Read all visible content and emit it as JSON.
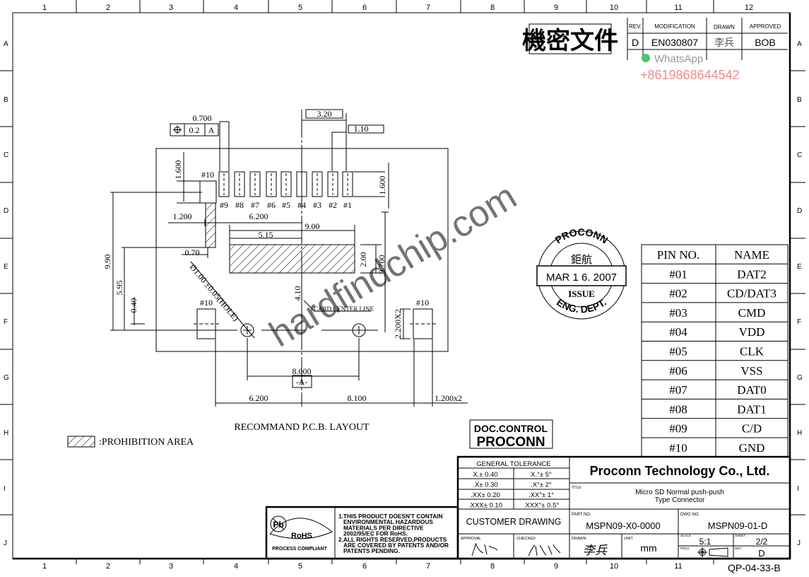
{
  "frame": {
    "columns": [
      "1",
      "2",
      "3",
      "4",
      "5",
      "6",
      "7",
      "8",
      "9",
      "10",
      "11",
      "12"
    ],
    "rows": [
      "A",
      "B",
      "C",
      "D",
      "E",
      "F",
      "G",
      "H",
      "I",
      "J"
    ],
    "form_code": "QP-04-33-B"
  },
  "confidential_stamp": "機密文件",
  "revision_table": {
    "headers": [
      "REV.",
      "MODIFICATION",
      "DRAWN",
      "APPROVED"
    ],
    "row": [
      "D",
      "EN030807",
      "李兵",
      "BOB"
    ]
  },
  "overlay": {
    "whatsapp_label": "WhatsApp",
    "phone": "+8619868644542",
    "watermark": "hardfindchip.com"
  },
  "drawing": {
    "gdt": {
      "symbol": "position",
      "tolerance": "0.2",
      "datum": "A"
    },
    "pad_labels": [
      "#9",
      "#8",
      "#7",
      "#6",
      "#5",
      "#4",
      "#3",
      "#2",
      "#1"
    ],
    "pad10_label": "#10",
    "dims": {
      "d0700": "0.700",
      "d320": "3.20",
      "d110": "1.10",
      "d1600a": "1.600",
      "d1600b": "1.600",
      "d1200": "1.200",
      "d6200a": "6.200",
      "d900": "9.00",
      "d515": "5.15",
      "d070": "0.70",
      "d200": "2.00",
      "d9700": "9.700",
      "d990": "9.90",
      "d595": "5.95",
      "d040": "0.40",
      "d410": "4.10",
      "hole": "Ø1.00 ±0.05(HOLE)",
      "d2200": "2.200X2",
      "d8000": "8.000",
      "datum": "-A-",
      "d6200b": "6.200",
      "d8100": "8.100",
      "d1200x2": "1.200x2"
    },
    "card_center_line": "CARD CENTER LINE",
    "caption": "RECOMMAND P.C.B. LAYOUT",
    "legend": ":PROHIBITION AREA"
  },
  "issue_stamp": {
    "top": "PROCONN",
    "name": "鉅航",
    "date": "MAR 1 6. 2007",
    "issue": "ISSUE",
    "bottom": "ENG. DEPT."
  },
  "doc_control_stamp": {
    "line1": "DOC.CONTROL",
    "line2": "PROCONN"
  },
  "pin_table": {
    "headers": [
      "PIN NO.",
      "NAME"
    ],
    "rows": [
      [
        "#01",
        "DAT2"
      ],
      [
        "#02",
        "CD/DAT3"
      ],
      [
        "#03",
        "CMD"
      ],
      [
        "#04",
        "VDD"
      ],
      [
        "#05",
        "CLK"
      ],
      [
        "#06",
        "VSS"
      ],
      [
        "#07",
        "DAT0"
      ],
      [
        "#08",
        "DAT1"
      ],
      [
        "#09",
        "C/D"
      ],
      [
        "#10",
        "GND"
      ]
    ]
  },
  "tolerance": {
    "title": "GENERAL TOLERANCE",
    "rows": [
      [
        "X.± 0.40",
        "X.°± 5°"
      ],
      [
        ".X± 0.30",
        ".X°± 2°"
      ],
      [
        ".XX± 0.20",
        ".XX°± 1°"
      ],
      [
        ".XXX± 0.10",
        ".XXX°± 0.5°"
      ]
    ]
  },
  "rohs": {
    "logo_text": "RoHS",
    "pb": "Pb",
    "compliant": "PROCESS COMPLIANT",
    "notes": [
      "1.THIS PRODUCT DOESN'T CONTAIN",
      "ENVIRONMENTAL HAZARDOUS",
      "MATERIALS PER DIRECTIVE",
      "2002/95/EC FOR RoHS.",
      "2.ALL RIGHTS RESERVED,PRODUCTS",
      "ARE COVERED BY PATENTS AND/OR",
      "PATENTS PENDING."
    ]
  },
  "title_block": {
    "company": "Proconn Technology Co., Ltd.",
    "title_label": "TITLE",
    "title_lines": [
      "Micro SD Normal push-push",
      "Type Connector"
    ],
    "customer_drawing": "CUSTOMER DRAWING",
    "part_no_label": "PART NO.",
    "part_no": "MSPN09-X0-0000",
    "dwg_no_label": "DWG NO.",
    "dwg_no": "MSPN09-01-D",
    "approval_label": "APPROVAL",
    "checked_label": "CHECKED",
    "drawn_label": "DRAWN",
    "drawn_sig": "李兵",
    "unit_label": "UNIT",
    "unit": "mm",
    "scale_label": "SCALE",
    "scale": "5:1",
    "sheet_label": "SHEET",
    "sheet": "2/2",
    "proj_label": "PROJ.",
    "rev_label": "REV.",
    "rev": "D"
  }
}
